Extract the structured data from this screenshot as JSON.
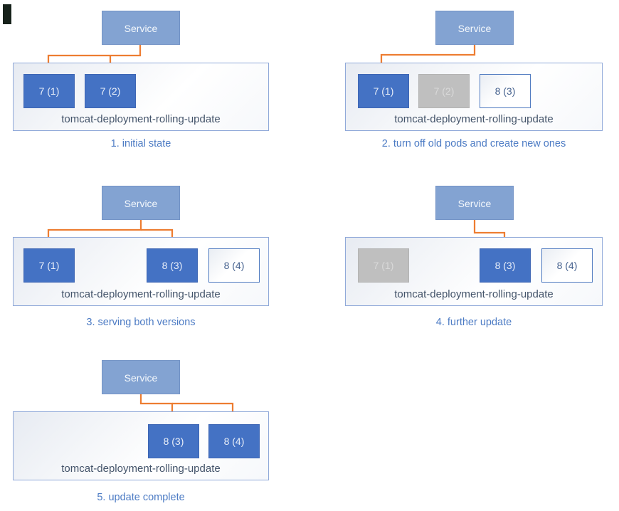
{
  "diagram": {
    "subject": "tomcat deployment rolling update steps",
    "colors": {
      "service_fill": "#83A3D2",
      "pod_active_fill": "#4472C4",
      "pod_inactive_fill": "#BFBFBF",
      "pod_new_border": "#4F7AC0",
      "arrow": "#ED7D31",
      "container_border": "#90A9D9",
      "deployment_label_color": "#44546A",
      "caption_color": "#4C7BC4"
    },
    "panels": [
      {
        "caption": "1. initial state",
        "service_label": "Service",
        "container_label": "tomcat-deployment-rolling-update",
        "pods": [
          {
            "label": "7 (1)",
            "state": "active"
          },
          {
            "label": "7 (2)",
            "state": "active"
          }
        ],
        "arrows_to": [
          "7 (1)",
          "7 (2)"
        ]
      },
      {
        "caption": "2. turn off old pods and create new ones",
        "service_label": "Service",
        "container_label": "tomcat-deployment-rolling-update",
        "pods": [
          {
            "label": "7 (1)",
            "state": "active"
          },
          {
            "label": "7 (2)",
            "state": "inactive"
          },
          {
            "label": "8 (3)",
            "state": "new"
          }
        ],
        "arrows_to": [
          "7 (1)"
        ]
      },
      {
        "caption": "3. serving both versions",
        "service_label": "Service",
        "container_label": "tomcat-deployment-rolling-update",
        "pods": [
          {
            "label": "7 (1)",
            "state": "active"
          },
          {
            "label": "8 (3)",
            "state": "active"
          },
          {
            "label": "8 (4)",
            "state": "new"
          }
        ],
        "arrows_to": [
          "7 (1)",
          "8 (3)"
        ]
      },
      {
        "caption": "4. further update",
        "service_label": "Service",
        "container_label": "tomcat-deployment-rolling-update",
        "pods": [
          {
            "label": "7 (1)",
            "state": "inactive"
          },
          {
            "label": "8 (3)",
            "state": "active"
          },
          {
            "label": "8 (4)",
            "state": "new"
          }
        ],
        "arrows_to": [
          "8 (3)"
        ]
      },
      {
        "caption": "5. update complete",
        "service_label": "Service",
        "container_label": "tomcat-deployment-rolling-update",
        "pods": [
          {
            "label": "8 (3)",
            "state": "active"
          },
          {
            "label": "8 (4)",
            "state": "active"
          }
        ],
        "arrows_to": [
          "8 (3)",
          "8 (4)"
        ]
      }
    ]
  }
}
